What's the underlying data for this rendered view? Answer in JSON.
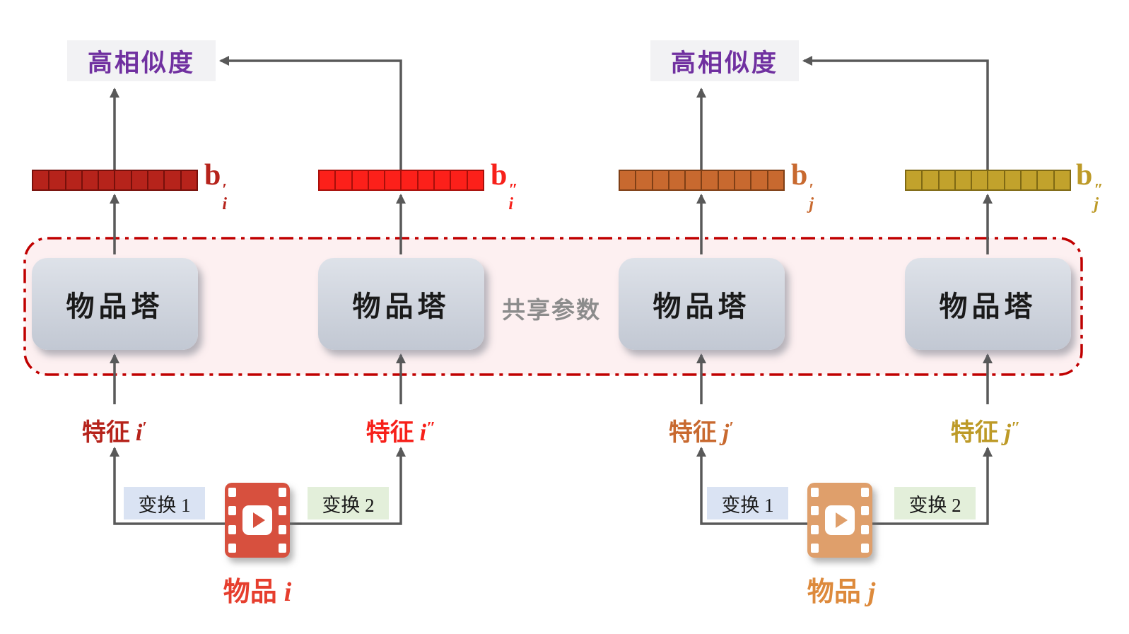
{
  "colors": {
    "arrow": "#595959",
    "purple": "#7030A0",
    "sim_box_fill": "#F2F2F4",
    "shared_fill": "#FDF0F1",
    "shared_border": "#C00000",
    "tower_top": "#DEE2E9",
    "tower_bottom": "#C2C8D3",
    "tower_text": "#1A1A1A",
    "shared_label": "#8C8C8C",
    "transform_text": "#1A1A1A"
  },
  "similarity_boxes": [
    {
      "label": "高相似度"
    },
    {
      "label": "高相似度"
    }
  ],
  "embeddings": [
    {
      "base": "b",
      "primes": "′",
      "sub": "i",
      "cells": 10,
      "fill": "#B6231B",
      "stroke": "#77100B",
      "label_color": "#B6231B"
    },
    {
      "base": "b",
      "primes": "″",
      "sub": "i",
      "cells": 10,
      "fill": "#FC201A",
      "stroke": "#A80F0A",
      "label_color": "#F7201A"
    },
    {
      "base": "b",
      "primes": "′",
      "sub": "j",
      "cells": 10,
      "fill": "#C8692F",
      "stroke": "#7F3F16",
      "label_color": "#C8692F"
    },
    {
      "base": "b",
      "primes": "″",
      "sub": "j",
      "cells": 10,
      "fill": "#C2A22C",
      "stroke": "#7F6914",
      "label_color": "#BD9A27"
    }
  ],
  "shared_box": {
    "label": "共享参数"
  },
  "towers": [
    {
      "label": "物品塔"
    },
    {
      "label": "物品塔"
    },
    {
      "label": "物品塔"
    },
    {
      "label": "物品塔"
    }
  ],
  "features": [
    {
      "prefix": "特征",
      "var": "i",
      "primes": "′",
      "color": "#B6231B"
    },
    {
      "prefix": "特征",
      "var": "i",
      "primes": "″",
      "color": "#F7201A"
    },
    {
      "prefix": "特征",
      "var": "j",
      "primes": "′",
      "color": "#C8692F"
    },
    {
      "prefix": "特征",
      "var": "j",
      "primes": "″",
      "color": "#BD9A27"
    }
  ],
  "transforms": [
    {
      "label": "变换 1",
      "fill": "#DAE3F3"
    },
    {
      "label": "变换 2",
      "fill": "#E3EFDA"
    },
    {
      "label": "变换 1",
      "fill": "#DAE3F3"
    },
    {
      "label": "变换 2",
      "fill": "#E3EFDA"
    }
  ],
  "items": [
    {
      "prefix": "物品",
      "var": "i",
      "color": "#E63E2E",
      "icon": "video-film-icon",
      "icon_color": "#D7503E"
    },
    {
      "prefix": "物品",
      "var": "j",
      "color": "#DD8A3C",
      "icon": "video-film-icon",
      "icon_color": "#DF9F6B"
    }
  ]
}
